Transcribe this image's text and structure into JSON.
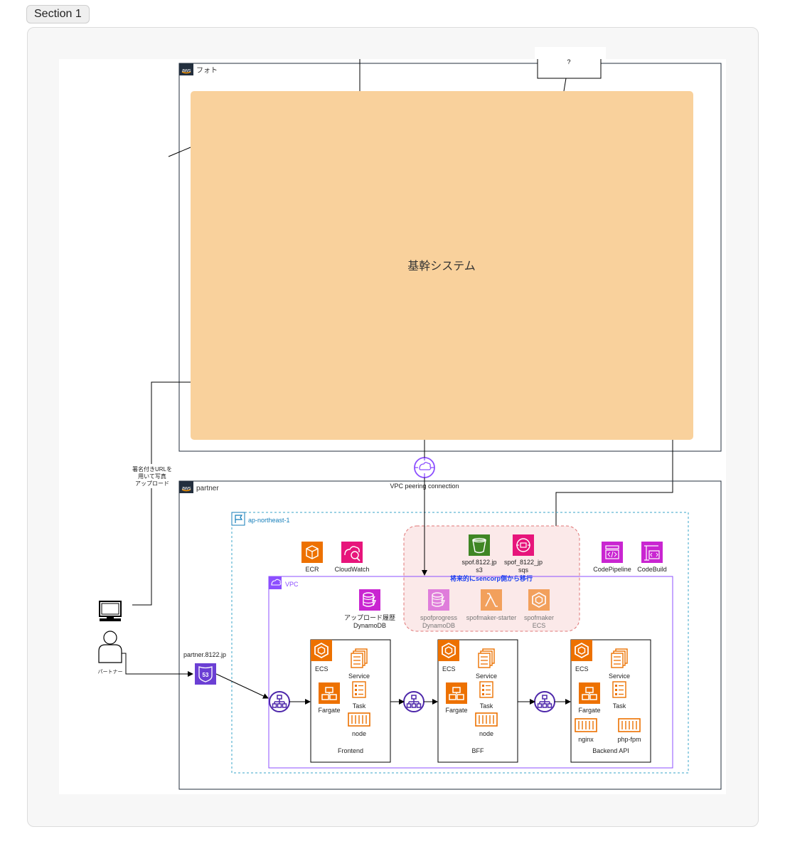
{
  "section": {
    "label": "Section 1"
  },
  "groups": {
    "photo_account": "フォト",
    "core_system": "基幹システム",
    "question_box": "?",
    "partner_account": "partner",
    "region": "ap-northeast-1",
    "vpc": "VPC",
    "migration_note": "将来的にsencorp側から移行"
  },
  "labels": {
    "aws_badge": "aws",
    "vpc_peering": "VPC peering connection",
    "presigned_upload_line1": "署名付きURLを",
    "presigned_upload_line2": "用いて写真",
    "presigned_upload_line3": "アップロード",
    "partner_user": "パートナー",
    "partner_domain": "partner.8122.jp"
  },
  "services": {
    "ecr": "ECR",
    "cloudwatch": "CloudWatch",
    "codepipeline": "CodePipeline",
    "codebuild": "CodeBuild",
    "upload_history_line1": "アップロード履歴",
    "upload_history_line2": "DynamoDB",
    "spof_s3_line1": "spof.8122.jp",
    "spof_s3_line2": "s3",
    "spof_sqs_line1": "spof_8122_jp",
    "spof_sqs_line2": "sqs",
    "spofprogress_line1": "spofprogress",
    "spofprogress_line2": "DynamoDB",
    "spofmaker_starter": "spofmaker-starter",
    "spofmaker_ecs_line1": "spofmaker",
    "spofmaker_ecs_line2": "ECS"
  },
  "tiers": [
    {
      "name": "Frontend",
      "ecs": "ECS",
      "service": "Service",
      "fargate": "Fargate",
      "task": "Task",
      "containers": [
        "node"
      ]
    },
    {
      "name": "BFF",
      "ecs": "ECS",
      "service": "Service",
      "fargate": "Fargate",
      "task": "Task",
      "containers": [
        "node"
      ]
    },
    {
      "name": "Backend API",
      "ecs": "ECS",
      "service": "Service",
      "fargate": "Fargate",
      "task": "Task",
      "containers": [
        "nginx",
        "php-fpm"
      ]
    }
  ],
  "colors": {
    "core_system_fill": "#f9d19c",
    "migration_fill": "#fbe9e9",
    "migration_border": "#e07777",
    "region_border": "#3aa6c8",
    "vpc_border": "#8c4fff",
    "compute_orange": "#ed7100",
    "storage_green": "#3f8624",
    "integration_pink": "#e7157b",
    "database_pink": "#c925d1",
    "network_purple": "#8c4fff",
    "route53_purple": "#6b3fd4"
  }
}
